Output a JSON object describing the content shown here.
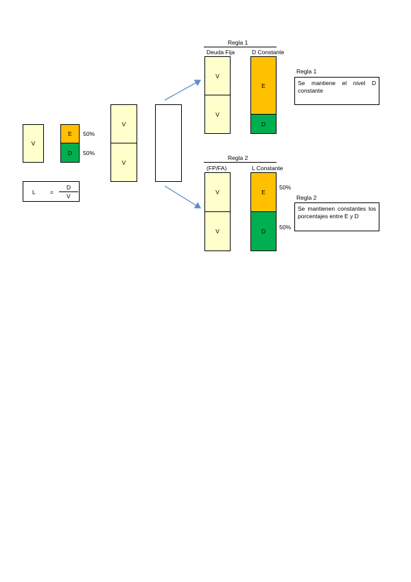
{
  "left": {
    "v_label": "V",
    "e_label": "E",
    "d_label": "D",
    "e_pct": "50%",
    "d_pct": "50%",
    "formula": {
      "lhs": "L",
      "eq": "=",
      "num": "D",
      "den": "V"
    }
  },
  "middle": {
    "top_label": "V",
    "bottom_label": "V"
  },
  "regla1": {
    "title": "Regla 1",
    "col1_header": "Deuda Fija",
    "col2_header": "D Constante",
    "v_top": "V",
    "v_bottom": "V",
    "e_label": "E",
    "d_label": "D",
    "note_title": "Regla 1",
    "note_text": "Se mantiene el nivel D constante"
  },
  "regla2": {
    "title": "Regla 2",
    "col1_header": "(FP/FA)",
    "col2_header": "L Constante",
    "v_top": "V",
    "v_bottom": "V",
    "e_label": "E",
    "d_label": "D",
    "e_pct": "50%",
    "d_pct": "50%",
    "note_title": "Regla 2",
    "note_text": "Se mantienen constantes los porcentajes entre E y D"
  },
  "colors": {
    "v_fill": "#ffffcc",
    "e_fill": "#ffc000",
    "d_fill": "#00b050",
    "arrow": "#5b8fc9"
  }
}
